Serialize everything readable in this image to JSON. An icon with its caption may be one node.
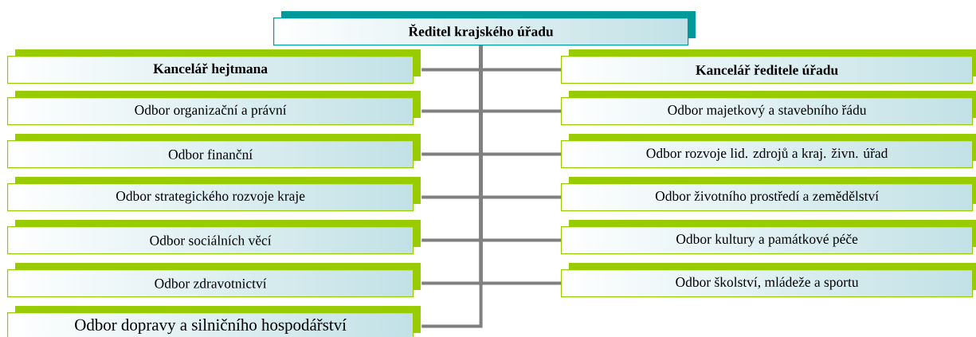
{
  "diagram": {
    "nodes": [
      {
        "text": [
          "Ředitel krajského úřadu"
        ]
      },
      {
        "text": [
          "Kancelář hejtmana"
        ]
      },
      {
        "text": [
          "Kancelář ředitele úřadu"
        ]
      },
      {
        "text": [
          "Odbor organizační a právní"
        ]
      },
      {
        "text": [
          "Odbor majetkový a stavebního řádu"
        ]
      },
      {
        "text": [
          "Odbor finanční"
        ]
      },
      {
        "text": [
          "Odbor rozvoje lid. zdrojů a kraj. živn. úřad"
        ]
      },
      {
        "text": [
          "Odbor strategického rozvoje kraje"
        ]
      },
      {
        "text": [
          "Odbor životního prostředí a zemědělství"
        ]
      },
      {
        "text": [
          "Odbor sociálních věcí"
        ]
      },
      {
        "text": [
          "Odbor kultury a památkové péče"
        ]
      },
      {
        "text": [
          "Odbor zdravotnictví"
        ]
      },
      {
        "text": [
          "Odbor školství, mládeže a sportu"
        ]
      },
      {
        "text": [
          "Odbor dopravy a silničního hospodářství"
        ]
      }
    ],
    "edges": [
      {
        "from": 0,
        "to": 1,
        "arrow": "none"
      },
      {
        "from": 0,
        "to": 2,
        "arrow": "none"
      },
      {
        "from": 0,
        "to": 3,
        "arrow": "none"
      },
      {
        "from": 0,
        "to": 4,
        "arrow": "none"
      },
      {
        "from": 0,
        "to": 5,
        "arrow": "none"
      },
      {
        "from": 0,
        "to": 6,
        "arrow": "none"
      },
      {
        "from": 0,
        "to": 7,
        "arrow": "none"
      },
      {
        "from": 0,
        "to": 8,
        "arrow": "none"
      },
      {
        "from": 0,
        "to": 9,
        "arrow": "none"
      },
      {
        "from": 0,
        "to": 10,
        "arrow": "none"
      },
      {
        "from": 0,
        "to": 11,
        "arrow": "none"
      },
      {
        "from": 0,
        "to": 12,
        "arrow": "none"
      },
      {
        "from": 0,
        "to": 13,
        "arrow": "none"
      }
    ]
  }
}
